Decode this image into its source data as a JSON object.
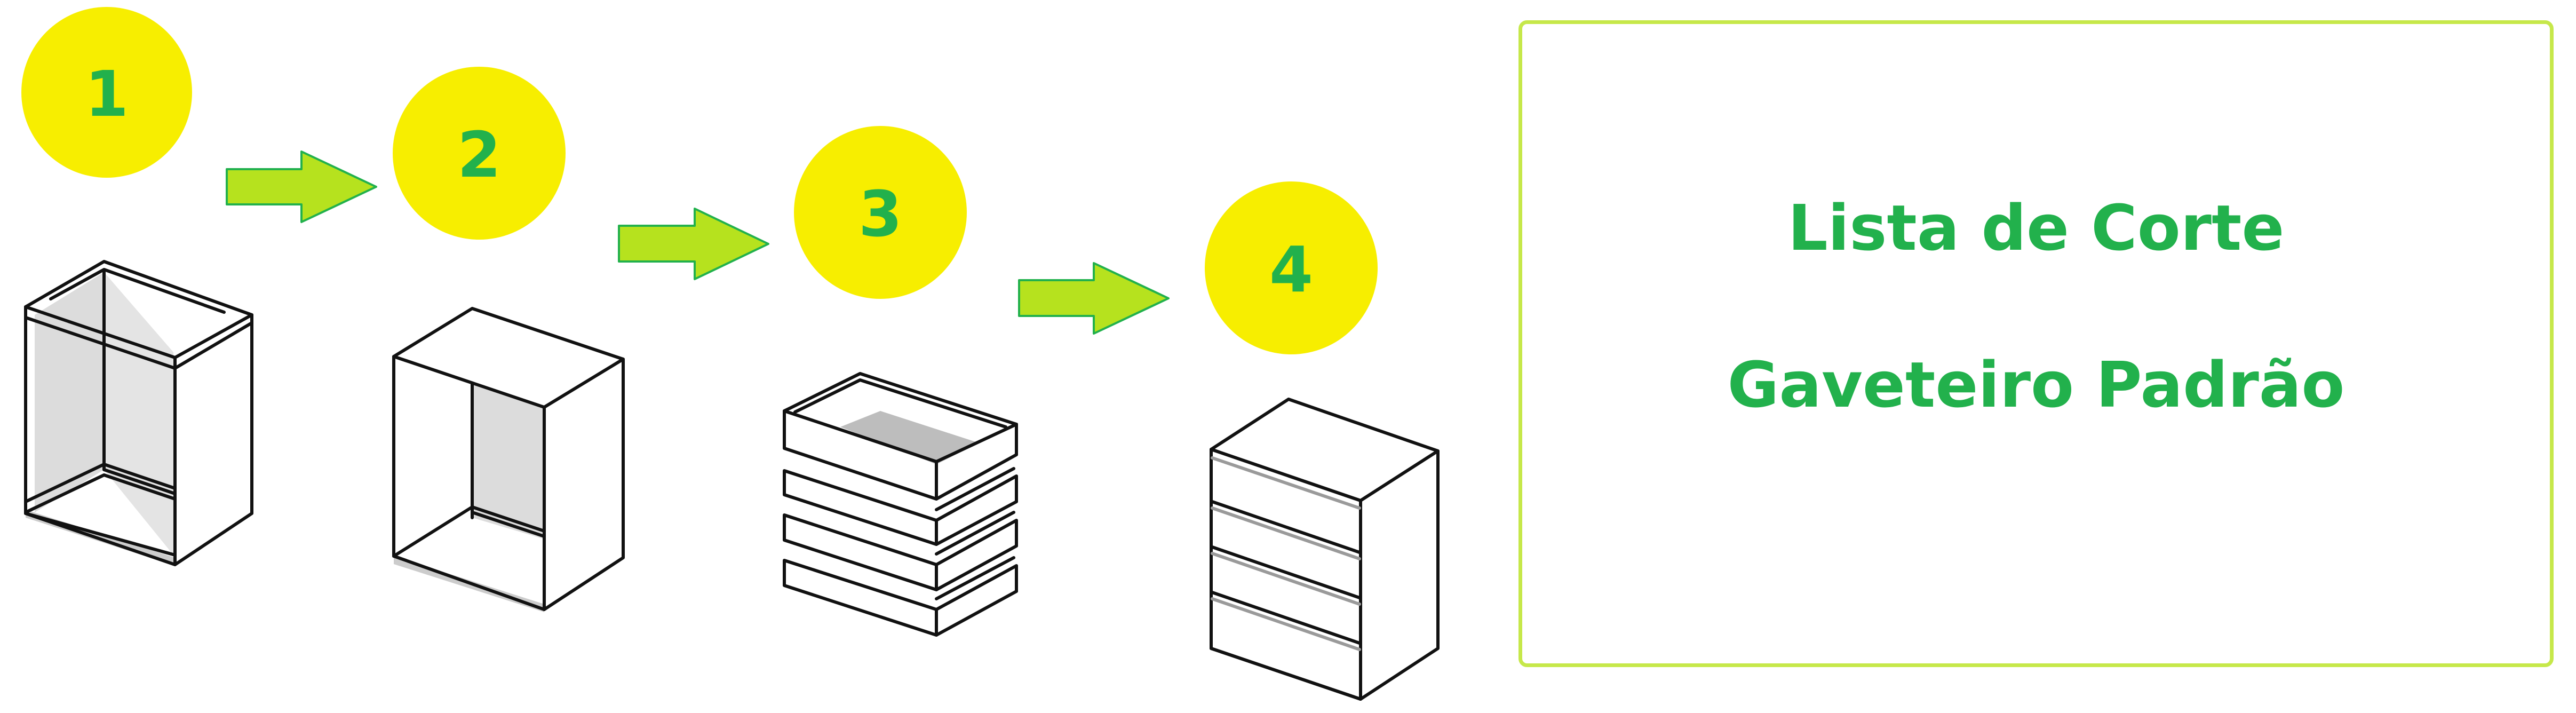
{
  "colors": {
    "badge_fill": "#f7ee00",
    "badge_text": "#22b14c",
    "arrow_fill": "#b6e21e",
    "arrow_stroke": "#22b14c",
    "panel_border": "#c6e84a",
    "panel_text": "#22b14c",
    "line": "#111111",
    "panel_shade": "#dcdcdc",
    "bottom_shade": "#cccccc"
  },
  "steps": [
    {
      "number": "1",
      "icon": "cabinet-carcass-with-top-and-back-icon"
    },
    {
      "number": "2",
      "icon": "cabinet-carcass-open-icon"
    },
    {
      "number": "3",
      "icon": "stacked-drawer-boxes-icon"
    },
    {
      "number": "4",
      "icon": "finished-chest-of-drawers-icon"
    }
  ],
  "arrow_icon": "right-arrow-icon",
  "info": {
    "line1": "Lista de Corte",
    "line2": "Gaveteiro Padrão"
  }
}
